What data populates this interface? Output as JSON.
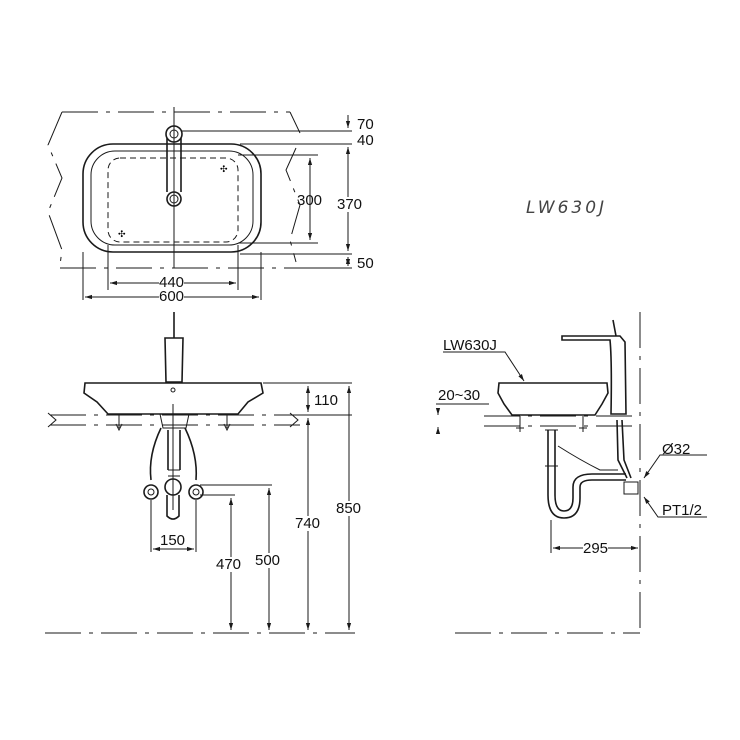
{
  "model_title": "LW630J",
  "top_view": {
    "dims": {
      "d70": "70",
      "d40": "40",
      "d300": "300",
      "d370": "370",
      "d50": "50",
      "d440": "440",
      "d600": "600"
    }
  },
  "front_view": {
    "dims": {
      "d110": "110",
      "d850": "850",
      "d740": "740",
      "d150": "150",
      "d470": "470",
      "d500": "500"
    }
  },
  "side_view": {
    "callout_model": "LW630J",
    "dims": {
      "d2030": "20~30",
      "d32": "Ø32",
      "pt12": "PT1/2",
      "d295": "295"
    }
  },
  "colors": {
    "line": "#1a1a1a",
    "model_text": "#444444"
  }
}
